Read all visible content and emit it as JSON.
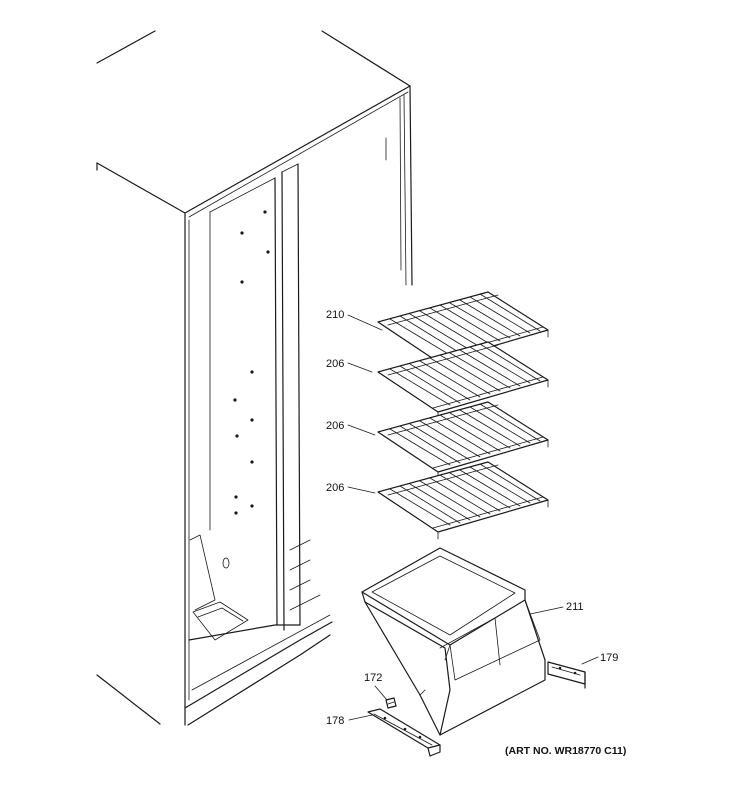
{
  "callouts": {
    "c210": "210",
    "c206a": "206",
    "c206b": "206",
    "c206c": "206",
    "c211": "211",
    "c179": "179",
    "c172": "172",
    "c178": "178"
  },
  "art_number": "(ART NO. WR18770 C11)",
  "line_color": "#1a1a1a"
}
